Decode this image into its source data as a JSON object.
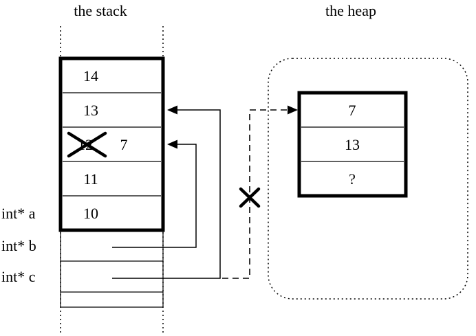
{
  "titles": {
    "stack": "the stack",
    "heap": "the heap"
  },
  "stack_frame": {
    "cells": [
      "14",
      "13",
      "12",
      "11",
      "10"
    ],
    "crossed_out_value": "12",
    "new_value": "7"
  },
  "pointer_labels": {
    "a": "int* a",
    "b": "int* b",
    "c": "int* c"
  },
  "heap_block": {
    "cells": [
      "7",
      "13",
      "?"
    ]
  },
  "colors": {
    "ink": "#000000",
    "background": "#ffffff"
  }
}
